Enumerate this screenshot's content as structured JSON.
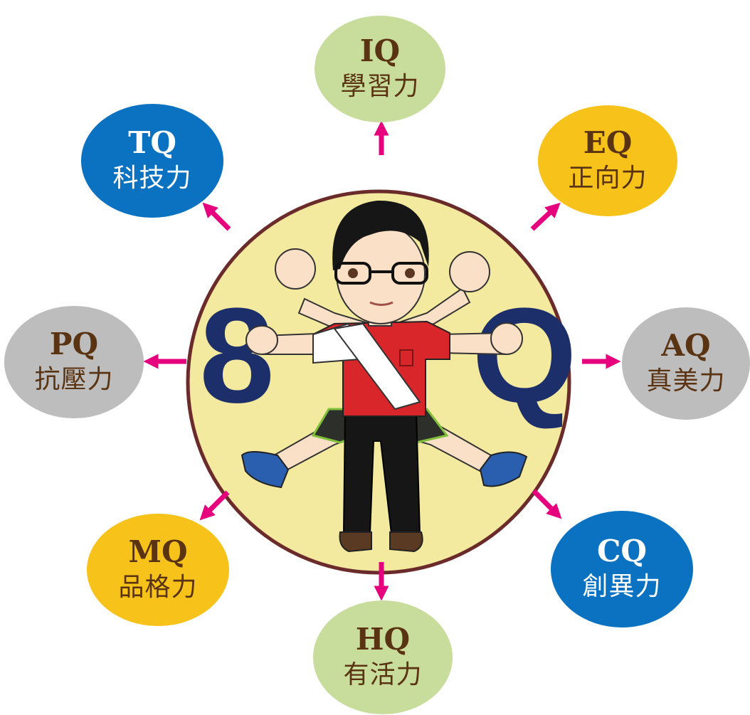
{
  "colors": {
    "arrow": "#e6007e",
    "center_fill": "#f3eaa0",
    "center_ring": "#6b2b2b",
    "letters": "#1d2f6b",
    "green": "#c8dd9b",
    "blue": "#0a72c0",
    "yellow": "#f7c31b",
    "gray": "#bdbdbd",
    "brown_text": "#5a3312"
  },
  "center": {
    "digit": "8",
    "letter": "Q"
  },
  "nodes": [
    {
      "id": "iq",
      "code": "IQ",
      "label": "學習力",
      "fill": "green",
      "code_color": "brown_text",
      "label_color": "brown_text"
    },
    {
      "id": "eq",
      "code": "EQ",
      "label": "正向力",
      "fill": "yellow",
      "code_color": "brown_text",
      "label_color": "brown_text"
    },
    {
      "id": "aq",
      "code": "AQ",
      "label": "真美力",
      "fill": "gray",
      "code_color": "brown_text",
      "label_color": "brown_text"
    },
    {
      "id": "cq",
      "code": "CQ",
      "label": "創異力",
      "fill": "blue",
      "code_color": "white",
      "label_color": "white"
    },
    {
      "id": "hq",
      "code": "HQ",
      "label": "有活力",
      "fill": "green",
      "code_color": "brown_text",
      "label_color": "brown_text"
    },
    {
      "id": "mq",
      "code": "MQ",
      "label": "品格力",
      "fill": "yellow",
      "code_color": "brown_text",
      "label_color": "brown_text"
    },
    {
      "id": "pq",
      "code": "PQ",
      "label": "抗壓力",
      "fill": "gray",
      "code_color": "brown_text",
      "label_color": "brown_text"
    },
    {
      "id": "tq",
      "code": "TQ",
      "label": "科技力",
      "fill": "blue",
      "code_color": "white",
      "label_color": "white"
    }
  ]
}
